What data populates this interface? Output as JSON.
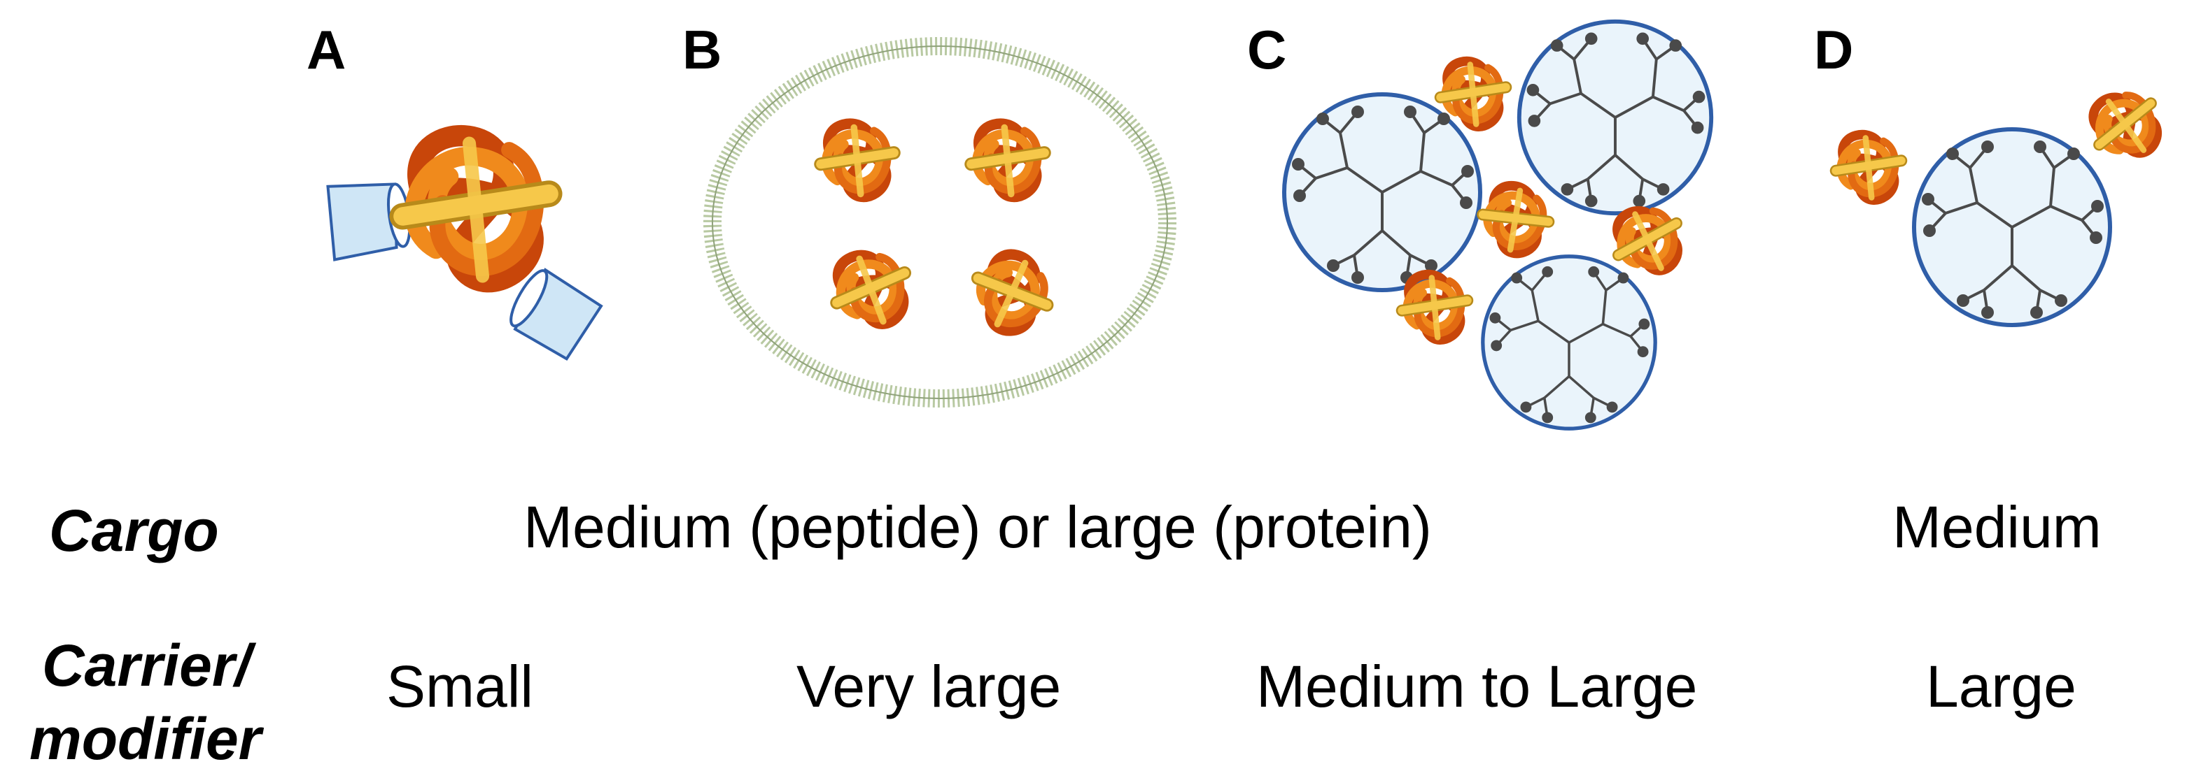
{
  "panels": [
    {
      "letter": "A"
    },
    {
      "letter": "B"
    },
    {
      "letter": "C"
    },
    {
      "letter": "D"
    }
  ],
  "rows": {
    "cargo": {
      "label": "Cargo",
      "shared_value": "Medium (peptide) or large (protein)",
      "d_value": "Medium"
    },
    "carrier": {
      "label_line1": "Carrier/",
      "label_line2": "modifier",
      "values": [
        "Small",
        "Very large",
        "Medium to Large",
        "Large"
      ]
    }
  },
  "colors": {
    "protein_light": "#f6c84a",
    "protein_mid": "#f08a1c",
    "protein_dark": "#c8460a",
    "carrier_fill": "#eaf4fb",
    "carrier_stroke": "#2f5ea8",
    "dendrimer_branch": "#4a4a4a",
    "liposome": "#b8c9a2",
    "cup_fill": "#cfe6f6",
    "cup_stroke": "#2f5ea8"
  }
}
